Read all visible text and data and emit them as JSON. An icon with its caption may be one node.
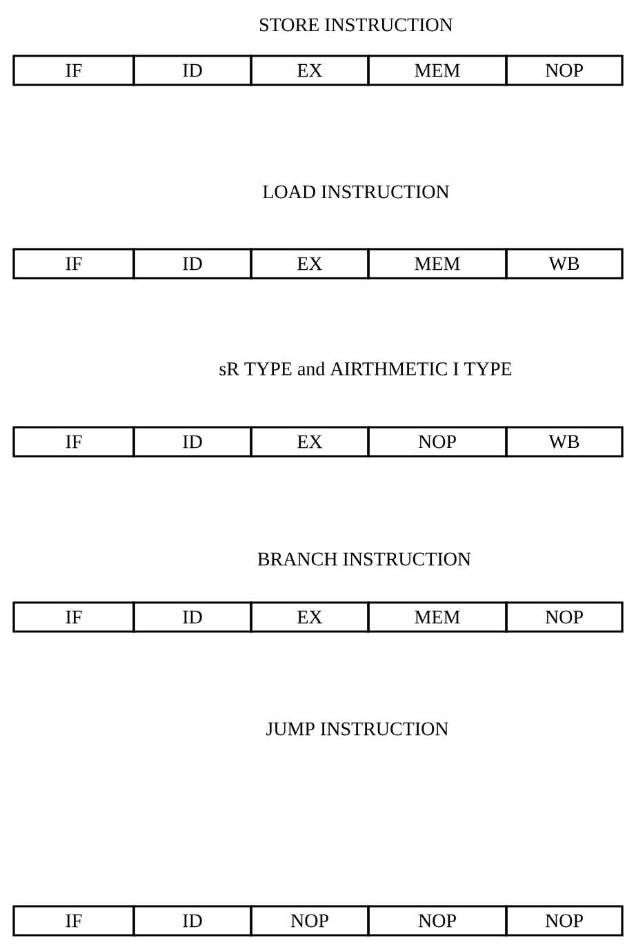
{
  "diagram": {
    "nodes": [
      {
        "text": [
          "IF"
        ]
      },
      {
        "text": [
          "ID"
        ]
      },
      {
        "text": [
          "EX"
        ]
      },
      {
        "text": [
          "MEM"
        ]
      },
      {
        "text": [
          "NOP"
        ]
      },
      {
        "text": [
          "IF"
        ]
      },
      {
        "text": [
          "ID"
        ]
      },
      {
        "text": [
          "EX"
        ]
      },
      {
        "text": [
          "MEM"
        ]
      },
      {
        "text": [
          "WB"
        ]
      },
      {
        "text": [
          "IF"
        ]
      },
      {
        "text": [
          "ID"
        ]
      },
      {
        "text": [
          "EX"
        ]
      },
      {
        "text": [
          "NOP"
        ]
      },
      {
        "text": [
          "WB"
        ]
      },
      {
        "text": [
          "IF"
        ]
      },
      {
        "text": [
          "ID"
        ]
      },
      {
        "text": [
          "EX"
        ]
      },
      {
        "text": [
          "MEM"
        ]
      },
      {
        "text": [
          "NOP"
        ]
      },
      {
        "text": [
          "IF"
        ]
      },
      {
        "text": [
          "ID"
        ]
      },
      {
        "text": [
          "NOP"
        ]
      },
      {
        "text": [
          "NOP"
        ]
      },
      {
        "text": [
          "NOP"
        ]
      }
    ],
    "labels": [
      "STORE INSTRUCTION",
      "LOAD INSTRUCTION",
      "sR TYPE and AIRTHMETIC I TYPE",
      "BRANCH INSTRUCTION",
      "JUMP INSTRUCTION"
    ]
  }
}
